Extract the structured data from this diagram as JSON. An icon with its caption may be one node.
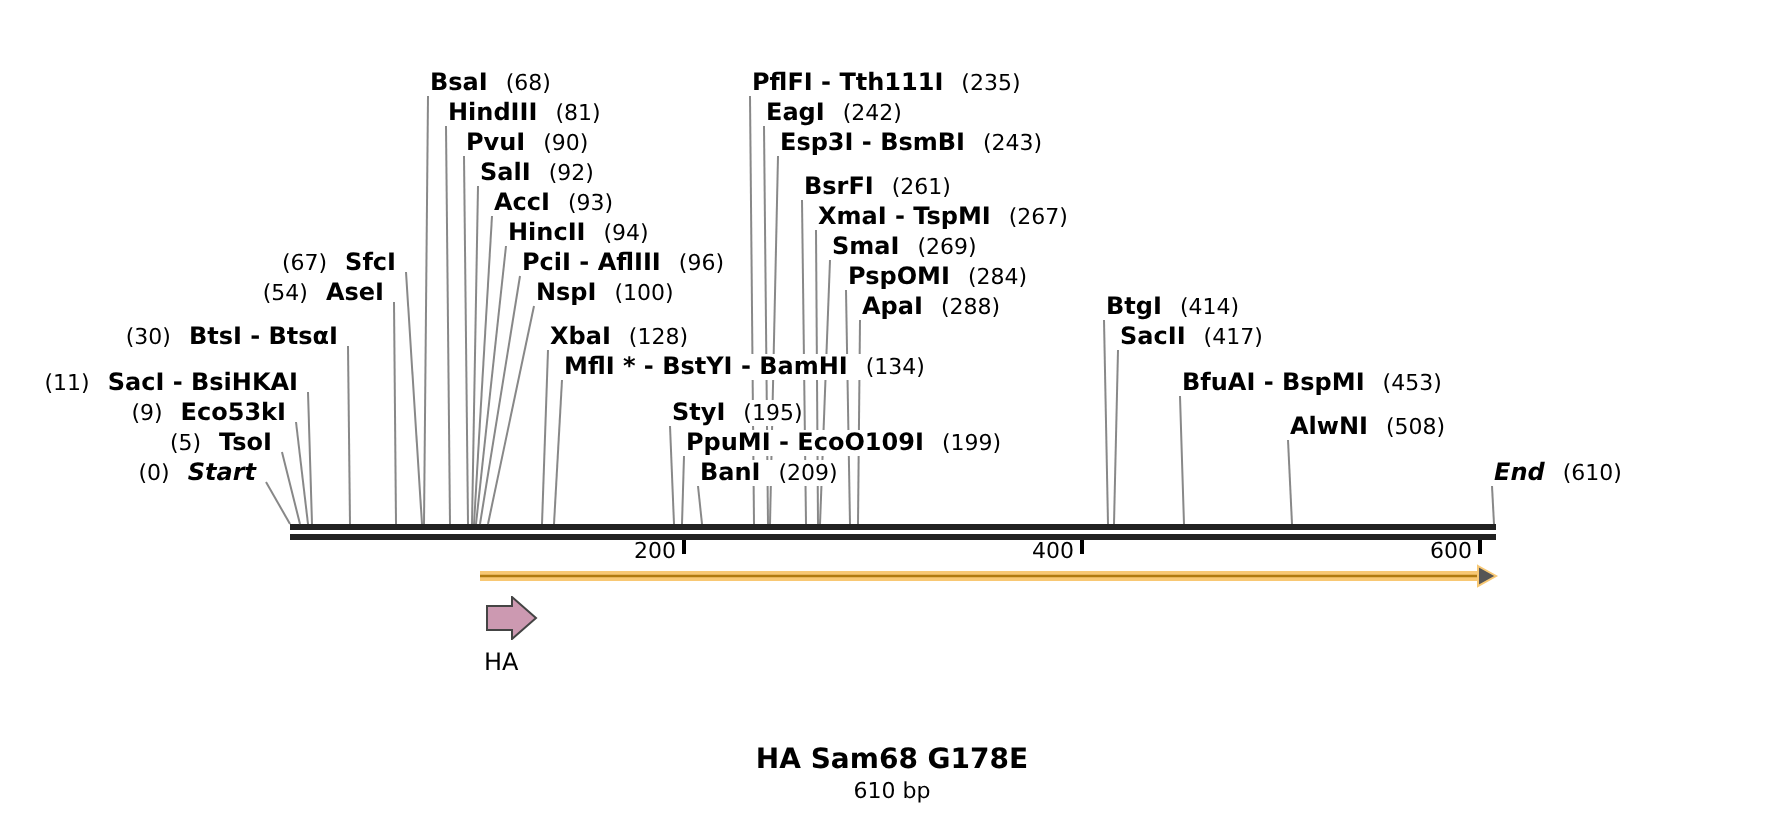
{
  "diagram": {
    "title": "HA Sam68 G178E",
    "caption": "610 bp",
    "nodes": [
      {
        "text": [
          "(0)",
          "Start"
        ]
      },
      {
        "text": [
          "(5)",
          "TsoI"
        ]
      },
      {
        "text": [
          "(9)",
          "Eco53kI"
        ]
      },
      {
        "text": [
          "(11)",
          "SacI - BsiHKAI"
        ]
      },
      {
        "text": [
          "(30)",
          "BtsI - BtsαI"
        ]
      },
      {
        "text": [
          "(54)",
          "AseI"
        ]
      },
      {
        "text": [
          "(67)",
          "SfcI"
        ]
      },
      {
        "text": [
          "BsaI",
          "(68)"
        ]
      },
      {
        "text": [
          "HindIII",
          "(81)"
        ]
      },
      {
        "text": [
          "PvuI",
          "(90)"
        ]
      },
      {
        "text": [
          "SalI",
          "(92)"
        ]
      },
      {
        "text": [
          "AccI",
          "(93)"
        ]
      },
      {
        "text": [
          "HincII",
          "(94)"
        ]
      },
      {
        "text": [
          "PciI - AflIII",
          "(96)"
        ]
      },
      {
        "text": [
          "NspI",
          "(100)"
        ]
      },
      {
        "text": [
          "XbaI",
          "(128)"
        ]
      },
      {
        "text": [
          "MflI * - BstYI - BamHI",
          "(134)"
        ]
      },
      {
        "text": [
          "StyI",
          "(195)"
        ]
      },
      {
        "text": [
          "PpuMI - EcoO109I",
          "(199)"
        ]
      },
      {
        "text": [
          "BanI",
          "(209)"
        ]
      },
      {
        "text": [
          "PflFI - Tth111I",
          "(235)"
        ]
      },
      {
        "text": [
          "EagI",
          "(242)"
        ]
      },
      {
        "text": [
          "Esp3I - BsmBI",
          "(243)"
        ]
      },
      {
        "text": [
          "BsrFI",
          "(261)"
        ]
      },
      {
        "text": [
          "XmaI - TspMI",
          "(267)"
        ]
      },
      {
        "text": [
          "SmaI",
          "(269)"
        ]
      },
      {
        "text": [
          "PspOMI",
          "(284)"
        ]
      },
      {
        "text": [
          "ApaI",
          "(288)"
        ]
      },
      {
        "text": [
          "BtgI",
          "(414)"
        ]
      },
      {
        "text": [
          "SacII",
          "(417)"
        ]
      },
      {
        "text": [
          "BfuAI - BspMI",
          "(453)"
        ]
      },
      {
        "text": [
          "AlwNI",
          "(508)"
        ]
      },
      {
        "text": [
          "End",
          "(610)"
        ]
      },
      {
        "text": [
          "HA"
        ]
      },
      {
        "text": [],
        "shape": "bar"
      }
    ],
    "edges": [
      {
        "from": 0,
        "to": 34,
        "arrow": "none"
      },
      {
        "from": 1,
        "to": 34,
        "arrow": "none"
      },
      {
        "from": 2,
        "to": 34,
        "arrow": "none"
      },
      {
        "from": 3,
        "to": 34,
        "arrow": "none"
      },
      {
        "from": 4,
        "to": 34,
        "arrow": "none"
      },
      {
        "from": 5,
        "to": 34,
        "arrow": "none"
      },
      {
        "from": 6,
        "to": 34,
        "arrow": "none"
      },
      {
        "from": 7,
        "to": 34,
        "arrow": "none"
      },
      {
        "from": 8,
        "to": 34,
        "arrow": "none"
      },
      {
        "from": 9,
        "to": 34,
        "arrow": "none"
      },
      {
        "from": 10,
        "to": 34,
        "arrow": "none"
      },
      {
        "from": 11,
        "to": 34,
        "arrow": "none"
      },
      {
        "from": 12,
        "to": 34,
        "arrow": "none"
      },
      {
        "from": 13,
        "to": 34,
        "arrow": "none"
      },
      {
        "from": 14,
        "to": 34,
        "arrow": "none"
      },
      {
        "from": 15,
        "to": 34,
        "arrow": "none"
      },
      {
        "from": 16,
        "to": 34,
        "arrow": "none"
      },
      {
        "from": 17,
        "to": 34,
        "arrow": "none"
      },
      {
        "from": 18,
        "to": 34,
        "arrow": "none"
      },
      {
        "from": 19,
        "to": 34,
        "arrow": "none"
      },
      {
        "from": 20,
        "to": 34,
        "arrow": "none"
      },
      {
        "from": 21,
        "to": 34,
        "arrow": "none"
      },
      {
        "from": 22,
        "to": 34,
        "arrow": "none"
      },
      {
        "from": 23,
        "to": 34,
        "arrow": "none"
      },
      {
        "from": 24,
        "to": 34,
        "arrow": "none"
      },
      {
        "from": 25,
        "to": 34,
        "arrow": "none"
      },
      {
        "from": 26,
        "to": 34,
        "arrow": "none"
      },
      {
        "from": 27,
        "to": 34,
        "arrow": "none"
      },
      {
        "from": 28,
        "to": 34,
        "arrow": "none"
      },
      {
        "from": 29,
        "to": 34,
        "arrow": "none"
      },
      {
        "from": 30,
        "to": 34,
        "arrow": "none"
      },
      {
        "from": 31,
        "to": 34,
        "arrow": "none"
      },
      {
        "from": 32,
        "to": 34,
        "arrow": "none"
      }
    ],
    "labels": [
      "200",
      "400",
      "600"
    ]
  }
}
